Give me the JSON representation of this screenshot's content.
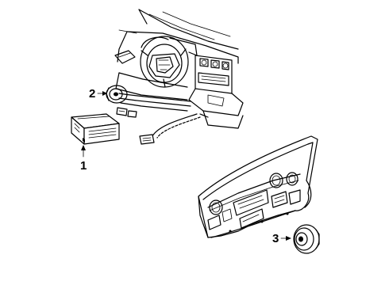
{
  "callouts": [
    {
      "id": "1",
      "label": "1",
      "part": "control-module"
    },
    {
      "id": "2",
      "label": "2",
      "part": "front-speaker"
    },
    {
      "id": "3",
      "label": "3",
      "part": "rear-speaker"
    }
  ],
  "colors": {
    "line": "#000000",
    "background": "#ffffff"
  }
}
